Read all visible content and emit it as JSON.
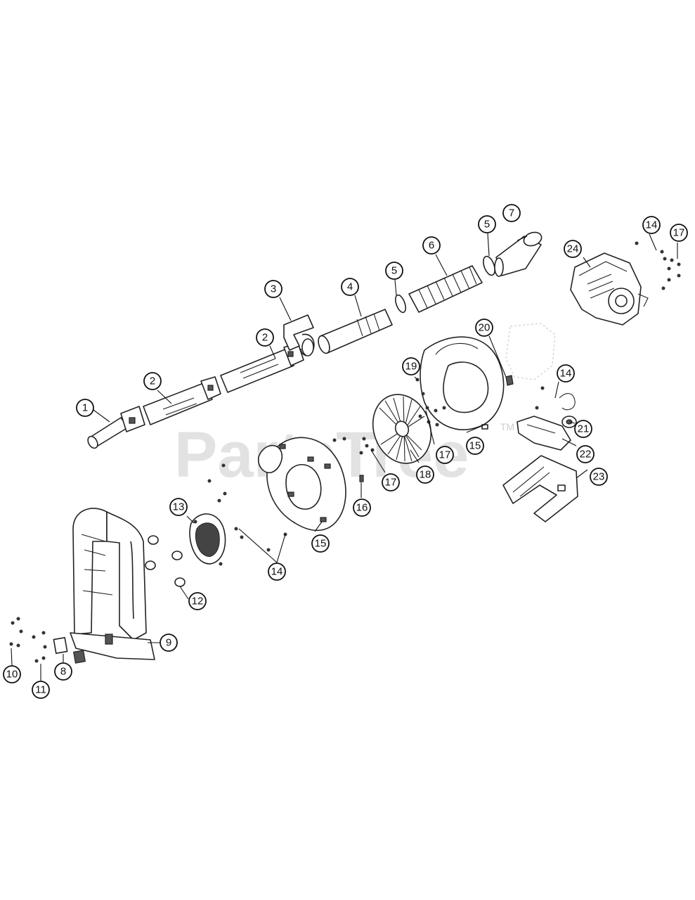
{
  "watermark": {
    "text": "PartsTree",
    "trademark": "TM"
  },
  "callouts": [
    {
      "label": "1"
    },
    {
      "label": "2"
    },
    {
      "label": "2"
    },
    {
      "label": "3"
    },
    {
      "label": "4"
    },
    {
      "label": "5"
    },
    {
      "label": "5"
    },
    {
      "label": "6"
    },
    {
      "label": "7"
    },
    {
      "label": "8"
    },
    {
      "label": "9"
    },
    {
      "label": "10"
    },
    {
      "label": "11"
    },
    {
      "label": "12"
    },
    {
      "label": "13"
    },
    {
      "label": "14"
    },
    {
      "label": "14"
    },
    {
      "label": "14"
    },
    {
      "label": "15"
    },
    {
      "label": "15"
    },
    {
      "label": "16"
    },
    {
      "label": "17"
    },
    {
      "label": "17"
    },
    {
      "label": "17"
    },
    {
      "label": "18"
    },
    {
      "label": "19"
    },
    {
      "label": "20"
    },
    {
      "label": "21"
    },
    {
      "label": "22"
    },
    {
      "label": "23"
    },
    {
      "label": "24"
    }
  ]
}
